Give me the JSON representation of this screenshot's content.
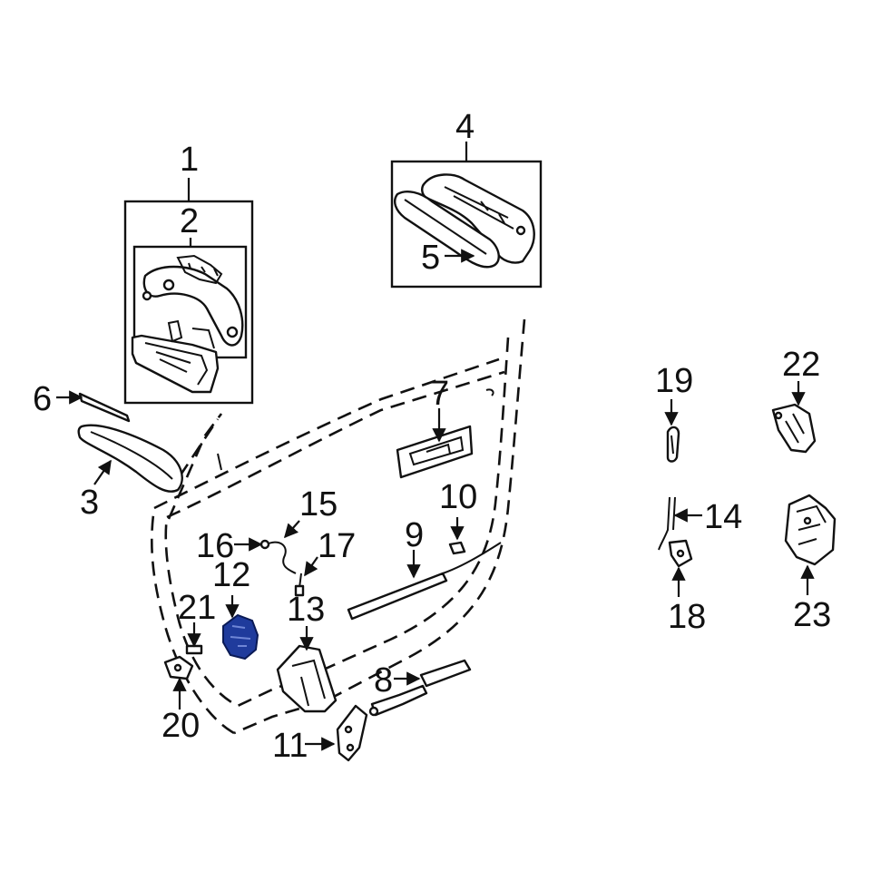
{
  "diagram": {
    "highlight_color": "#1f3b9c",
    "line_color": "#111111",
    "background": "#ffffff",
    "highlighted_part": "12",
    "callouts": [
      {
        "id": "1",
        "text": "1"
      },
      {
        "id": "2",
        "text": "2"
      },
      {
        "id": "3",
        "text": "3"
      },
      {
        "id": "4",
        "text": "4"
      },
      {
        "id": "5",
        "text": "5"
      },
      {
        "id": "6",
        "text": "6"
      },
      {
        "id": "7",
        "text": "7"
      },
      {
        "id": "8",
        "text": "8"
      },
      {
        "id": "9",
        "text": "9"
      },
      {
        "id": "10",
        "text": "10"
      },
      {
        "id": "11",
        "text": "11"
      },
      {
        "id": "12",
        "text": "12"
      },
      {
        "id": "13",
        "text": "13"
      },
      {
        "id": "14",
        "text": "14"
      },
      {
        "id": "15",
        "text": "15"
      },
      {
        "id": "16",
        "text": "16"
      },
      {
        "id": "17",
        "text": "17"
      },
      {
        "id": "18",
        "text": "18"
      },
      {
        "id": "19",
        "text": "19"
      },
      {
        "id": "20",
        "text": "20"
      },
      {
        "id": "21",
        "text": "21"
      },
      {
        "id": "22",
        "text": "22"
      },
      {
        "id": "23",
        "text": "23"
      }
    ]
  }
}
